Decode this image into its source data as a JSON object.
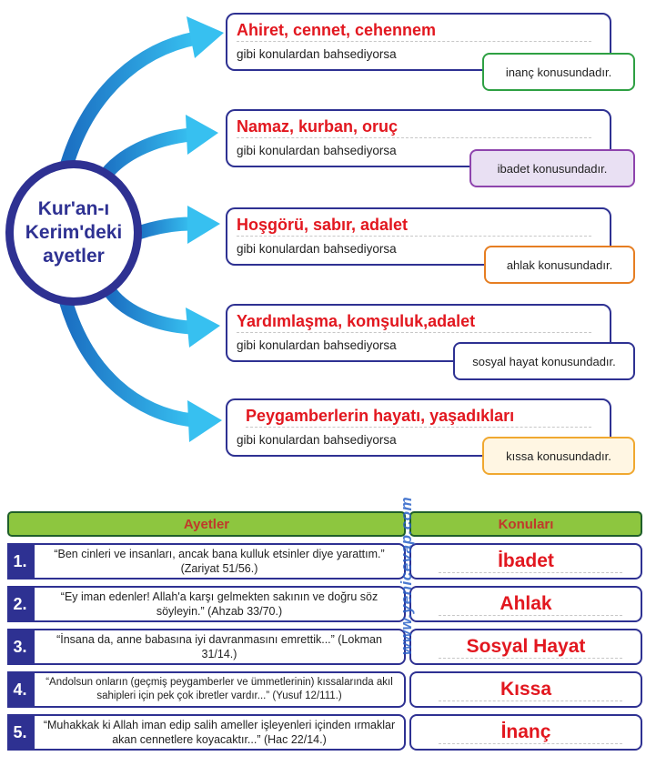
{
  "diagram": {
    "hub_text": "Kur'an-ı\nKerim'deki\nayetler",
    "common_desc": "gibi konulardan bahsediyorsa",
    "topics": [
      {
        "title": "Ahiret, cennet, cehennem",
        "result": "inanç konusundadır.",
        "border": "#2ea043",
        "fill": "#ffffff"
      },
      {
        "title": "Namaz, kurban, oruç",
        "result": "ibadet konusundadır.",
        "border": "#8e44ad",
        "fill": "#e9e0f3"
      },
      {
        "title": "Hoşgörü, sabır, adalet",
        "result": "ahlak konusundadır.",
        "border": "#e67e22",
        "fill": "#ffffff"
      },
      {
        "title": "Yardımlaşma, komşuluk,adalet",
        "result": "sosyal hayat konusundadır.",
        "border": "#2e3192",
        "fill": "#ffffff"
      },
      {
        "title": "Peygamberlerin hayatı, yaşadıkları",
        "result": "kıssa konusundadır.",
        "border": "#f0a830",
        "fill": "#fff6e3"
      }
    ]
  },
  "table": {
    "header_left": "Ayetler",
    "header_right": "Konuları",
    "rows": [
      {
        "num": "1.",
        "verse": "“Ben cinleri ve insanları, ancak bana kulluk etsinler diye yarattım.” (Zariyat 51/56.)",
        "answer": "İbadet"
      },
      {
        "num": "2.",
        "verse": "“Ey iman edenler! Allah'a karşı gelmekten sakının ve doğru söz söyleyin.” (Ahzab 33/70.)",
        "answer": "Ahlak"
      },
      {
        "num": "3.",
        "verse": "“İnsana da, anne babasına iyi davranmasını emrettik...” (Lokman 31/14.)",
        "answer": "Sosyal Hayat"
      },
      {
        "num": "4.",
        "verse": "“Andolsun onların (geçmiş peygamberler ve ümmetlerinin) kıssalarında akıl sahipleri için pek çok ibretler vardır...” (Yusuf 12/111.)",
        "answer": "Kıssa"
      },
      {
        "num": "5.",
        "verse": "“Muhakkak ki Allah iman edip salih ameller işleyenleri içinden ırmaklar akan cennetlere koyacaktır...” (Hac 22/14.)",
        "answer": "İnanç"
      }
    ]
  },
  "watermark": "www.yenicevap.com",
  "colors": {
    "navy": "#2e3192",
    "red": "#e2171f",
    "header_green": "#8dc63f",
    "arrow_blue": "#29a9e1"
  }
}
